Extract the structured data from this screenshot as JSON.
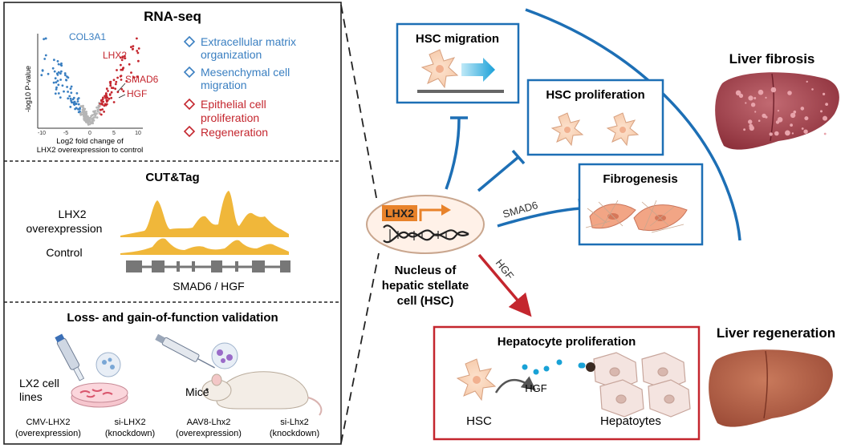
{
  "rnaseq": {
    "title": "RNA-seq",
    "gene_col3a1": "COL3A1",
    "gene_lhx2": "LHX2",
    "gene_smad6": "SMAD6",
    "gene_hgf": "HGF",
    "ylabel": "-log10 P-value",
    "xlabel_line1": "Log2 fold change of",
    "xlabel_line2": "LHX2 overexpression to control",
    "xticks": [
      "-10",
      "-5",
      "0",
      "5",
      "10"
    ],
    "terms": [
      {
        "line1": "Extracellular matrix",
        "line2": "organization",
        "color": "#3a7fc1"
      },
      {
        "line1": "Mesenchymal cell",
        "line2": "migration",
        "color": "#3a7fc1"
      },
      {
        "line1": "Epithelial cell",
        "line2": "proliferation",
        "color": "#c4262e"
      },
      {
        "line1": "Regeneration",
        "line2": "",
        "color": "#c4262e"
      }
    ]
  },
  "cuttag": {
    "title": "CUT&Tag",
    "track1_line1": "LHX2",
    "track1_line2": "overexpression",
    "track2": "Control",
    "gene_label": "SMAD6 / HGF"
  },
  "validation": {
    "title": "Loss- and gain-of-function validation",
    "cells_line1": "LX2 cell",
    "cells_line2": "lines",
    "mice": "Mice",
    "conditions": [
      {
        "line1": "CMV-LHX2",
        "line2": "(overexpression)"
      },
      {
        "line1": "si-LHX2",
        "line2": "(knockdown)"
      },
      {
        "line1": "AAV8-Lhx2",
        "line2": "(overexpression)"
      },
      {
        "line1": "si-Lhx2",
        "line2": "(knockdown)"
      }
    ]
  },
  "mechanism": {
    "nucleus_gene": "LHX2",
    "nucleus_line1": "Nucleus of",
    "nucleus_line2": "hepatic stellate",
    "nucleus_line3": "cell (HSC)",
    "box_migration": "HSC migration",
    "box_proliferation": "HSC proliferation",
    "box_fibrogenesis": "Fibrogenesis",
    "smad6_label": "SMAD6",
    "hgf_label": "HGF",
    "liver_fibrosis": "Liver fibrosis",
    "liver_regeneration": "Liver regeneration",
    "hep_title": "Hepatocyte proliferation",
    "hep_hsc": "HSC",
    "hep_hgf": "HGF",
    "hep_hepatocytes": "Hepatoytes"
  },
  "colors": {
    "blue": "#1d6fb5",
    "red": "#c4262e",
    "orange": "#e8822a",
    "track": "#f0b73a"
  }
}
